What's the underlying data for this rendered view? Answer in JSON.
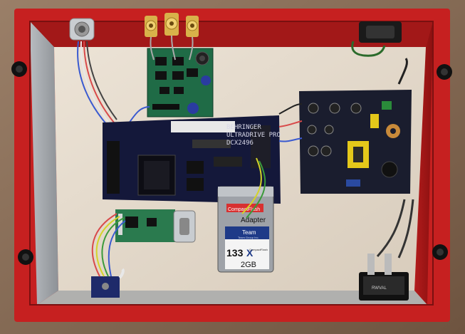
{
  "photo": {
    "board_label": {
      "brand": "BEHRINGER",
      "line2": "ULTRADRIVE PRO",
      "model": "DCX2496"
    },
    "cf_adapter": {
      "brand": "CompactFlash",
      "title": "Adapter",
      "card_brand": "Team",
      "card_sub": "Team Group Inc.",
      "speed": "133",
      "speed_x": "X",
      "card_type": "CompactFlash",
      "capacity": "2GB"
    },
    "switch_label": "RWVAL"
  }
}
